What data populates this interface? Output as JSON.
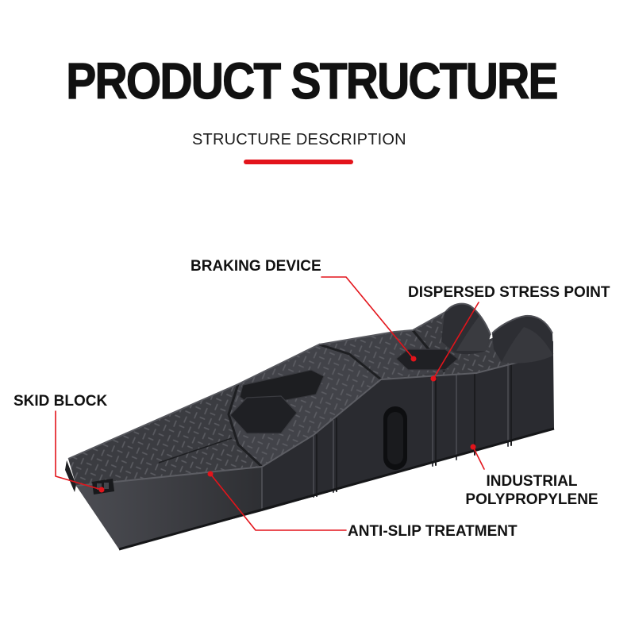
{
  "header": {
    "title": "PRODUCT STRUCTURE",
    "subtitle": "STRUCTURE DESCRIPTION"
  },
  "callouts": {
    "braking_device": "BRAKING DEVICE",
    "dispersed_stress_point": "DISPERSED STRESS POINT",
    "skid_block": "SKID BLOCK",
    "industrial_polypropylene": [
      "INDUSTRIAL",
      "POLYPROPYLENE"
    ],
    "anti_slip_treatment": "ANTI-SLIP TREATMENT"
  },
  "colors": {
    "accent": "#e3141b",
    "text": "#111111",
    "product": "#2a2b30",
    "background": "#ffffff"
  }
}
